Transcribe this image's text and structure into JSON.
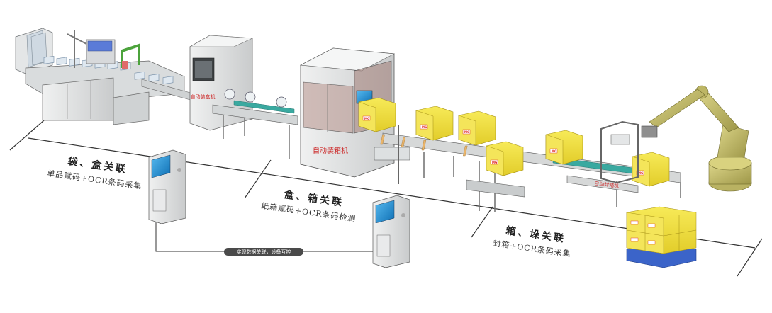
{
  "machines": {
    "box_machine": "自动装盒机",
    "case_packer": "自动装箱机",
    "case_sealer": "自动封箱机"
  },
  "labels": [
    {
      "title": "袋、盒关联",
      "subtitle": "单品赋码+OCR条码采集"
    },
    {
      "title": "盒、箱关联",
      "subtitle": "纸箱赋码+OCR条码检测"
    },
    {
      "title": "箱、垛关联",
      "subtitle": "封箱+OCR条码采集"
    }
  ],
  "network_pill": "实现数据关联，设备互控",
  "box_print": "MG",
  "colors": {
    "box": "#f0df3a",
    "machine_grey": "#e2e3e3",
    "conveyor_teal": "#3aa9a0",
    "robot": "#c9c06a",
    "pallet": "#3b64c9",
    "screen": "#1f8fd4"
  }
}
